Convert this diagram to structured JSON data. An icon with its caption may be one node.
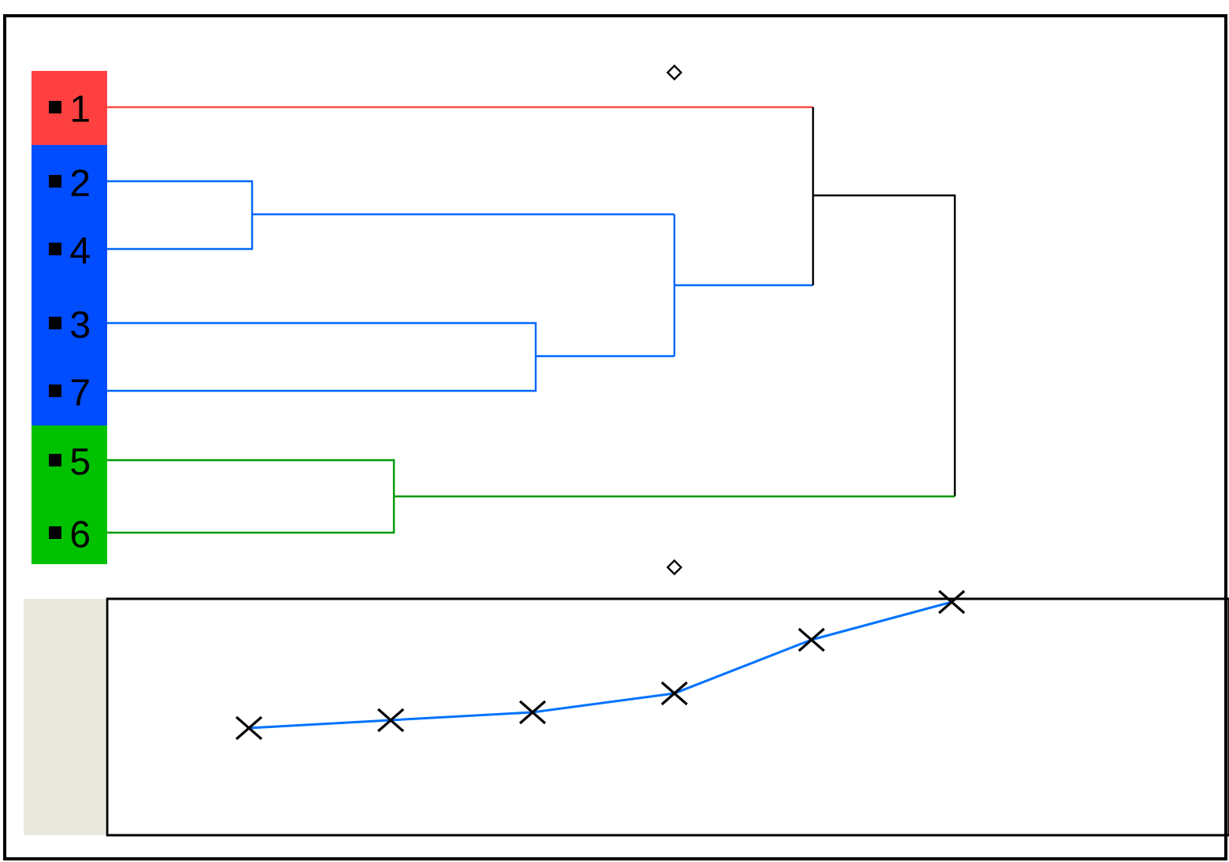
{
  "diagram": {
    "labels": [
      "1",
      "2",
      "4",
      "3",
      "7",
      "5",
      "6"
    ]
  }
}
